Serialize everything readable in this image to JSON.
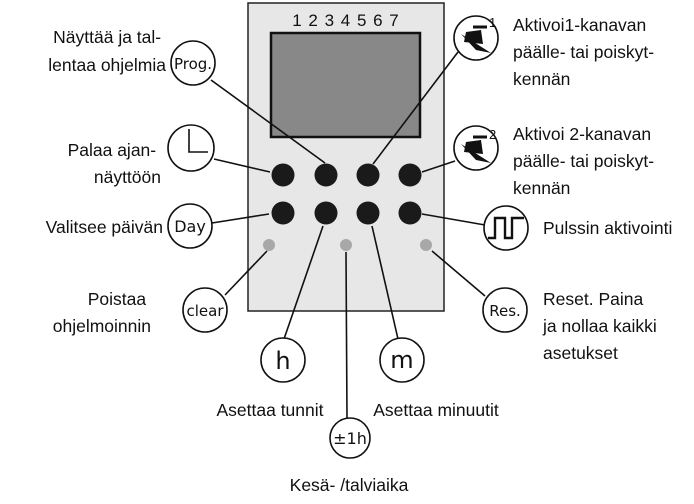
{
  "device": {
    "day_numbers": "1 2 3 4 5 6 7"
  },
  "buttons": {
    "prog": "Prog.",
    "day": "Day",
    "clear": "clear",
    "h": "h",
    "m": "m",
    "dst": "±1h",
    "res": "Res."
  },
  "icons": [
    "clock-icon",
    "channel-1-switch-icon",
    "channel-2-switch-icon",
    "pulse-icon"
  ],
  "labels": {
    "prog": [
      "Näyttää ja tal-",
      "lentaa ohjelmia"
    ],
    "clock": [
      "Palaa ajan-",
      "näyttöön"
    ],
    "day": [
      "Valitsee päivän"
    ],
    "clear": [
      "Poistaa",
      "ohjelmoinnin"
    ],
    "h": [
      "Asettaa tunnit"
    ],
    "m": [
      "Asettaa minuutit"
    ],
    "dst": [
      "Kesä- /talviaika"
    ],
    "ch1": [
      "Aktivoi1-kanavan",
      "päälle- tai poiskyt-",
      "kennän"
    ],
    "ch2": [
      "Aktivoi 2-kanavan",
      "päälle- tai poiskyt-",
      "kennän"
    ],
    "pulse": [
      "Pulssin aktivointi"
    ],
    "res": [
      "Reset. Paina",
      "ja nollaa kaikki",
      "asetukset"
    ]
  }
}
